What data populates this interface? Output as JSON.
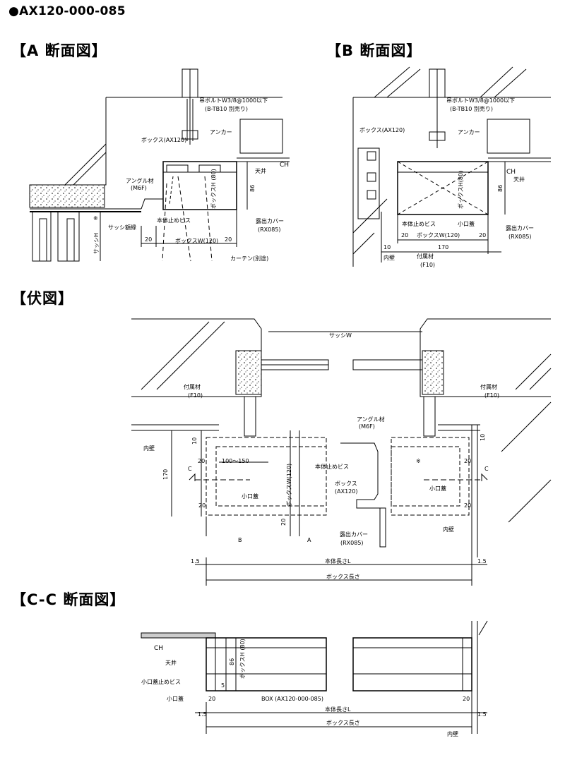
{
  "product_code": "●AX120-000-085",
  "sections": {
    "a": "【A 断面図】",
    "b": "【B 断面図】",
    "plan": "【伏図】",
    "cc": "【C-C 断面図】"
  },
  "a_section": {
    "bolt": "吊ボルトW3/8@1000以下",
    "bolt_note": "(B-TB10 別売り)",
    "anchor": "アンカー",
    "box": "ボックス(AX120)",
    "angle": "アングル材",
    "angle_code": "(M6F)",
    "ch": "CH",
    "ceiling": "天井",
    "box_h": "ボックスH (80)",
    "dim_86": "86",
    "asterisk": "※",
    "sash_top": "サッシ額縁",
    "sash_h": "サッシH",
    "screw": "本体止めビス",
    "cover": "露出カバー",
    "cover_code": "(RX085)",
    "dim_20a": "20",
    "dim_20b": "20",
    "box_w": "ボックスW(120)",
    "curtain": "カーテン(別途)"
  },
  "b_section": {
    "bolt": "吊ボルトW3/8@1000以下",
    "bolt_note": "(B-TB10 別売り)",
    "box": "ボックス(AX120)",
    "anchor": "アンカー",
    "ch": "CH",
    "ceiling": "天井",
    "box_h": "ボックスH(80)",
    "dim_86": "86",
    "screw": "本体止めビス",
    "lid": "小口蓋",
    "cover": "露出カバー",
    "cover_code": "(RX085)",
    "box_w": "ボックスW(120)",
    "dim_20a": "20",
    "dim_20b": "20",
    "dim_170": "170",
    "dim_10": "10",
    "wall": "内壁",
    "fitting": "付属材",
    "fitting_code": "(F10)"
  },
  "plan": {
    "sash_w": "サッシW",
    "fitting_l": "付属材",
    "fitting_l_code": "(F10)",
    "fitting_r": "付属材",
    "fitting_r_code": "(F10)",
    "wall_l": "内壁",
    "wall_r": "内壁",
    "dim_10": "10",
    "dim_20a": "20",
    "dim_20b": "20",
    "dim_100_150": "100～150",
    "dim_170": "170",
    "c_left": "C",
    "c_right": "C",
    "lid_l": "小口蓋",
    "lid_r": "小口蓋",
    "box_w": "ボックスW(120)",
    "dim_20c": "20",
    "b_mark": "B",
    "a_mark": "A",
    "angle": "アングル材",
    "angle_code": "(M6F)",
    "screw": "本体止めビス",
    "box": "ボックス",
    "box_code": "(AX120)",
    "cover": "露出カバー",
    "cover_code": "(RX085)",
    "asterisk": "※",
    "r_dim_10": "10",
    "r_dim_20": "20",
    "r_dim_20b": "20",
    "dim_1_5a": "1.5",
    "dim_1_5b": "1.5",
    "body_len": "本体長さL",
    "box_len": "ボックス長さ"
  },
  "cc_section": {
    "ch": "CH",
    "ceiling": "天井",
    "lid_screw": "小口蓋止めビス",
    "lid": "小口蓋",
    "dim_86": "86",
    "box_h": "ボックスH (80)",
    "dim_5": "5",
    "dim_20a": "20",
    "dim_20b": "20",
    "box_code": "BOX (AX120-000-085)",
    "dim_1_5a": "1.5",
    "dim_1_5b": "1.5",
    "body_len": "本体長さL",
    "box_len": "ボックス長さ",
    "wall": "内壁"
  }
}
